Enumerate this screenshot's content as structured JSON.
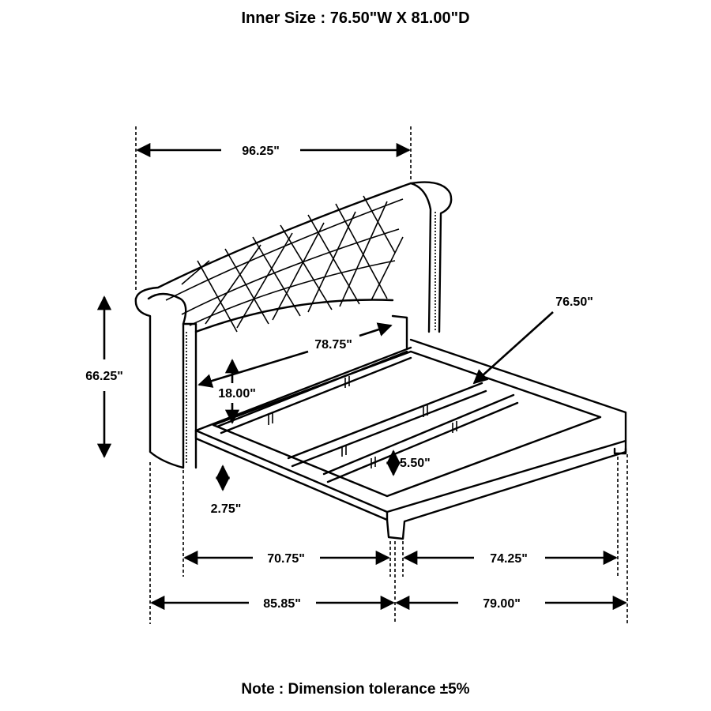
{
  "header": {
    "inner_size": "Inner Size : 76.50\"W X 81.00\"D"
  },
  "footer": {
    "note": "Note : Dimension tolerance ±5%"
  },
  "dimensions": {
    "overall_width": "96.25\"",
    "overall_height": "66.25\"",
    "headboard_span": "78.75\"",
    "inner_width": "76.50\"",
    "headboard_clearance": "18.00\"",
    "slat_height": "5.50\"",
    "leg_height": "2.75\"",
    "front_left": "70.75\"",
    "front_right": "74.25\"",
    "base_left": "85.85\"",
    "base_right": "79.00\""
  }
}
